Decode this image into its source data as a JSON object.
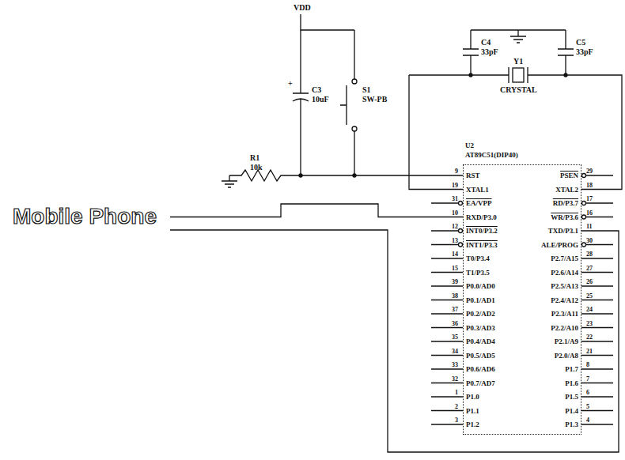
{
  "diagram": {
    "nodes": [
      {
        "text": [
          "U2",
          "AT89C51(DIP40)"
        ]
      }
    ],
    "labels": [
      "VDD",
      "+",
      "C3",
      "10uF",
      "S1",
      "SW-PB",
      "R1",
      "10k",
      "C4",
      "33pF",
      "C5",
      "33pF",
      "Y1",
      "CRYSTAL",
      "Mobile Phone",
      "9",
      "RST",
      "19",
      "XTAL1",
      "31",
      "EA/VPP",
      "10",
      "RXD/P3.0",
      "12",
      "INT0/P3.2",
      "13",
      "INT1/P3.3",
      "14",
      "T0/P3.4",
      "15",
      "T1/P3.5",
      "39",
      "P0.0/AD0",
      "38",
      "P0.1/AD1",
      "37",
      "P0.2/AD2",
      "36",
      "P0.3/AD3",
      "35",
      "P0.4/AD4",
      "34",
      "P0.5/AD5",
      "33",
      "P0.6/AD6",
      "32",
      "P0.7/AD7",
      "1",
      "P1.0",
      "2",
      "P1.1",
      "3",
      "P1.2",
      "29",
      "PSEN",
      "18",
      "XTAL2",
      "17",
      "RD/P3.7",
      "16",
      "WR/P3.6",
      "11",
      "TXD/P3.1",
      "30",
      "ALE/PROG",
      "28",
      "P2.7/A15",
      "27",
      "P2.6/A14",
      "26",
      "P2.5/A13",
      "25",
      "P2.4/A12",
      "24",
      "P2.3/A11",
      "23",
      "P2.2/A10",
      "22",
      "P2.1/A9",
      "21",
      "P2.0/A8",
      "8",
      "P1.7",
      "7",
      "P1.6",
      "6",
      "P1.5",
      "5",
      "P1.4",
      "4",
      "P1.3"
    ]
  }
}
